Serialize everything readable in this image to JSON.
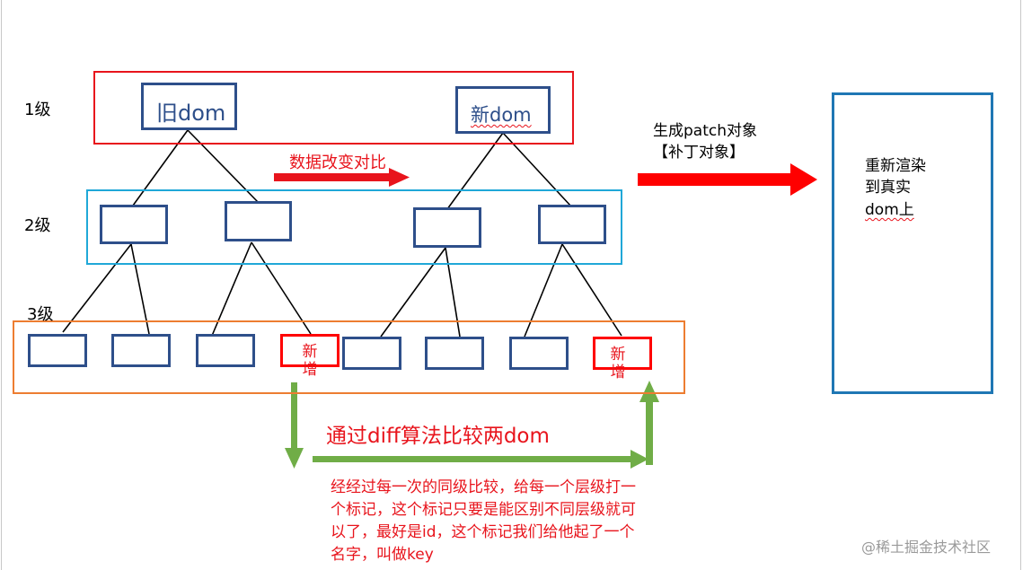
{
  "levels": {
    "level1": "1级",
    "level2": "2级",
    "level3": "3级"
  },
  "nodes": {
    "old_dom": "旧dom",
    "new_dom": "新dom",
    "added_1": [
      "新",
      "增"
    ],
    "added_2": [
      "新",
      "增"
    ]
  },
  "labels": {
    "data_change_compare": "数据改变对比",
    "generate_patch_line1": "生成patch对象",
    "generate_patch_line2": "【补丁对象】",
    "rerender_lines": [
      "重新渲染",
      "到真实",
      "dom上"
    ],
    "diff_title": "通过diff算法比较两dom",
    "explanation_lines": [
      "经经过每一次的同级比较，给每一个层级打一",
      "个标记，这个标记只要是能区别不同层级就可",
      "以了，最好是id，这个标记我们给他起了一个",
      "名字，叫做key"
    ],
    "watermark": "@稀土掘金技术社区"
  },
  "colors": {
    "red": "#e8141c",
    "node_border": "#2e4f8a",
    "level2_border": "#20a8d8",
    "level3_border": "#ed7d31",
    "arrow_green": "#70ad47",
    "target_border": "#1f77b4"
  }
}
